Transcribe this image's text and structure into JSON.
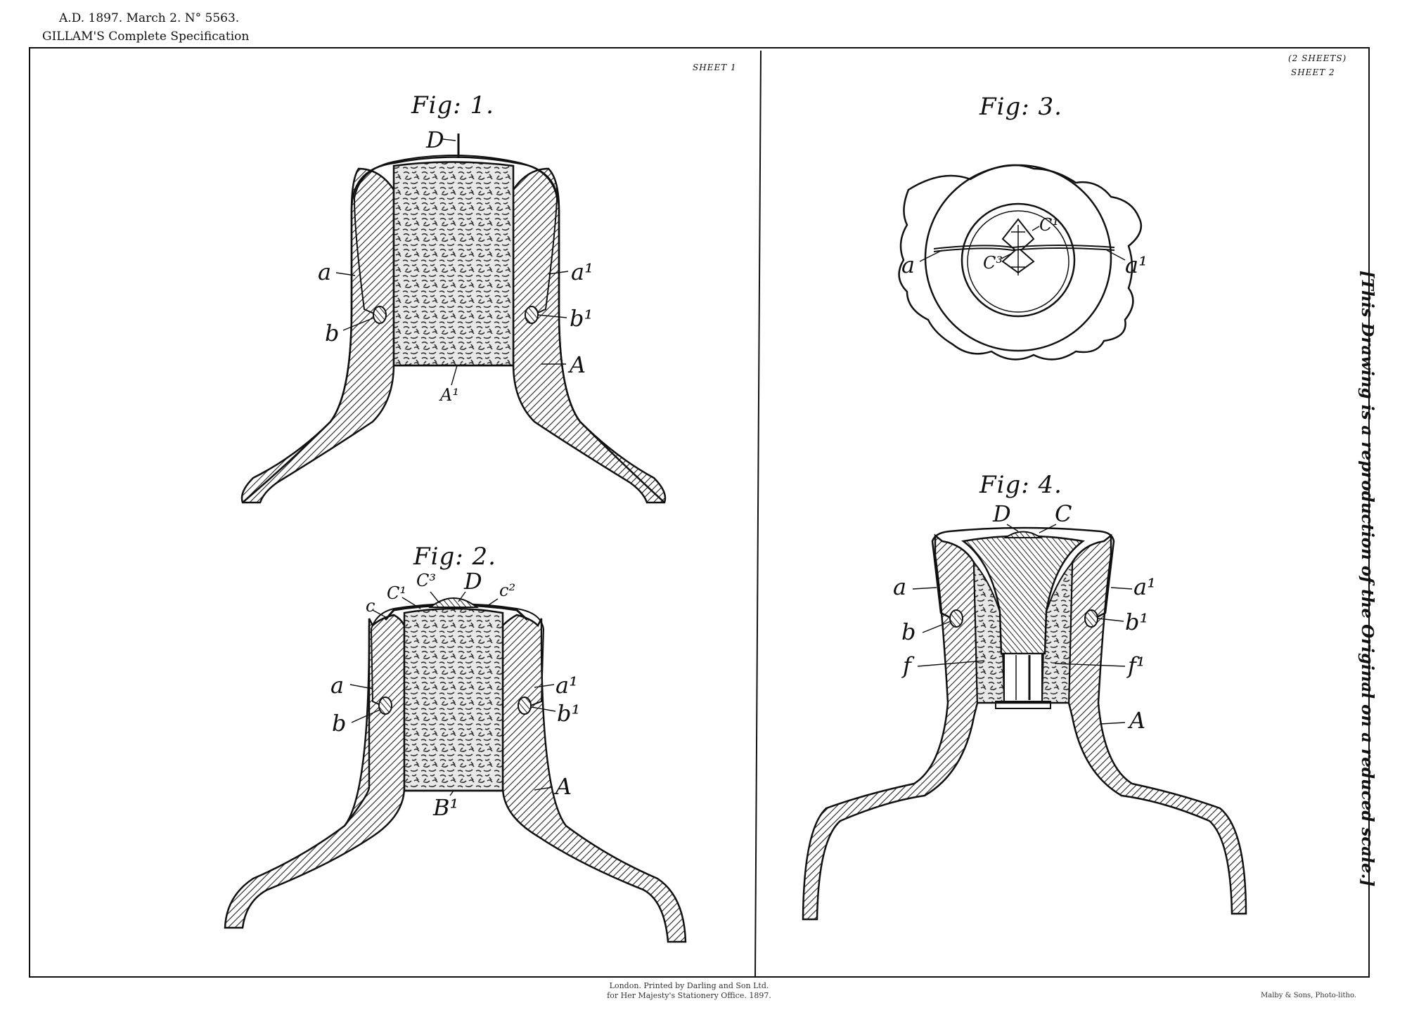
{
  "header": {
    "line1": "A.D. 1897. March 2. N° 5563.",
    "line2": "GILLAM'S Complete Specification"
  },
  "sheets": {
    "left": "SHEET 1",
    "count": "(2 SHEETS)",
    "right": "SHEET 2"
  },
  "figures": {
    "fig1": {
      "title": "Fig: 1.",
      "labels": {
        "top": "D",
        "left_strap": "a",
        "right_strap": "a¹",
        "left_pin": "b",
        "right_pin": "b¹",
        "body": "A",
        "plug": "A¹"
      }
    },
    "fig2": {
      "title": "Fig: 2.",
      "labels": {
        "c": "c",
        "c1": "C¹",
        "c3": "C³",
        "d": "D",
        "c2": "c²",
        "left_strap": "a",
        "right_strap": "a¹",
        "left_pin": "b",
        "right_pin": "b¹",
        "body": "A",
        "plug": "B¹"
      }
    },
    "fig3": {
      "title": "Fig: 3.",
      "labels": {
        "c1": "C¹",
        "c3": "C³",
        "left": "a",
        "right": "a¹"
      }
    },
    "fig4": {
      "title": "Fig: 4.",
      "labels": {
        "d": "D",
        "c": "C",
        "left_strap": "a",
        "right_strap": "a¹",
        "left_pin": "b",
        "right_pin": "b¹",
        "left_f": "f",
        "right_f": "f¹",
        "body": "A"
      }
    }
  },
  "side_note": "[This Drawing is a reproduction of the Original on a reduced scale.]",
  "footer": {
    "line1": "London. Printed by Darling and Son Ltd.",
    "line2": "for Her Majesty's Stationery Office. 1897.",
    "lithographer": "Malby & Sons, Photo-litho."
  }
}
